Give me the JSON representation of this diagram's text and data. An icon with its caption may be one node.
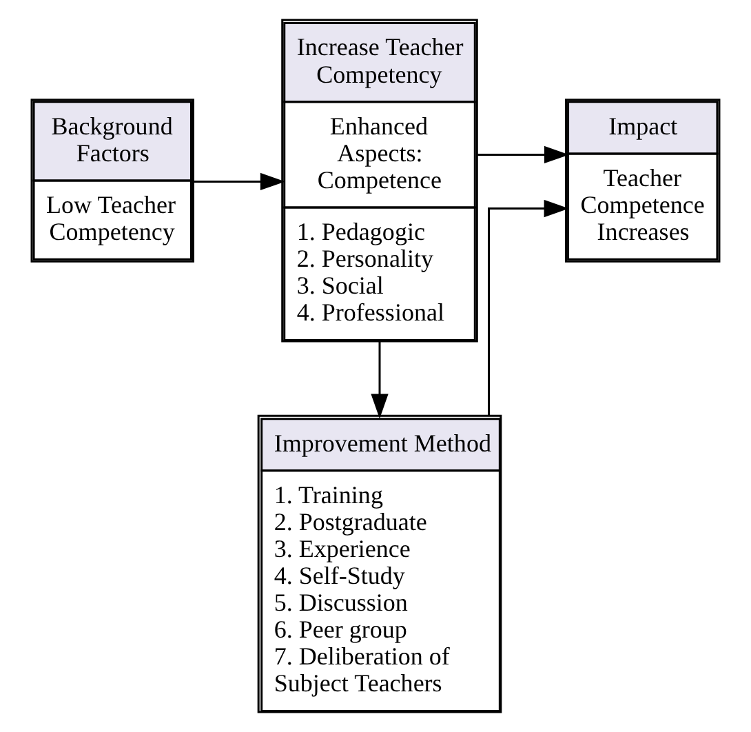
{
  "diagram": {
    "nodes": [
      {
        "text": [
          "Background Factors",
          "Low Teacher Competency"
        ]
      },
      {
        "text": [
          "Increase Teacher Competency",
          "Enhanced Aspects: Competence",
          "1. Pedagogic",
          "2. Personality",
          "3. Social",
          "4. Professional"
        ]
      },
      {
        "text": [
          "Impact",
          "Teacher Competence Increases"
        ]
      },
      {
        "text": [
          "Improvement Method",
          "1. Training",
          "2. Postgraduate",
          "3. Experience",
          "4. Self-Study",
          "5. Discussion",
          "6. Peer group",
          "7. Deliberation of Subject Teachers"
        ]
      }
    ],
    "edges": [
      {
        "from": 0,
        "to": 1,
        "arrow": "to"
      },
      {
        "from": 1,
        "to": 2,
        "arrow": "to"
      },
      {
        "from": 1,
        "to": 3,
        "arrow": "to"
      },
      {
        "from": 3,
        "to": 2,
        "arrow": "to"
      }
    ]
  }
}
